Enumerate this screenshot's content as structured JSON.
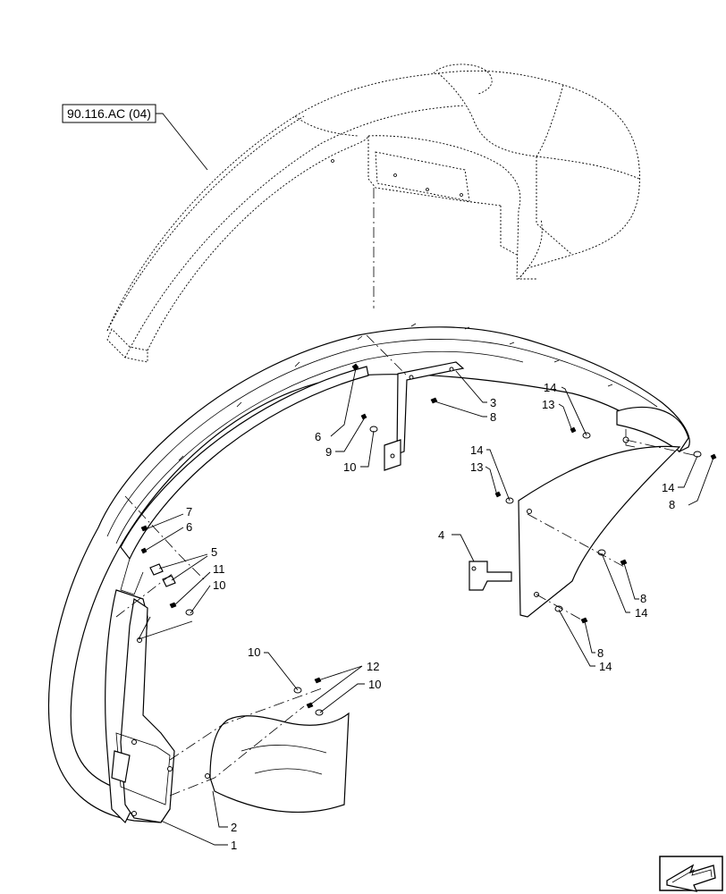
{
  "reference_box": {
    "label": "90.116.AC (04)"
  },
  "callouts": [
    {
      "id": "c1",
      "text": "1"
    },
    {
      "id": "c2",
      "text": "2"
    },
    {
      "id": "c3",
      "text": "3"
    },
    {
      "id": "c4",
      "text": "4"
    },
    {
      "id": "c5",
      "text": "5"
    },
    {
      "id": "c6a",
      "text": "6"
    },
    {
      "id": "c6b",
      "text": "6"
    },
    {
      "id": "c7",
      "text": "7"
    },
    {
      "id": "c8a",
      "text": "8"
    },
    {
      "id": "c8b",
      "text": "8"
    },
    {
      "id": "c8c",
      "text": "8"
    },
    {
      "id": "c8d",
      "text": "8"
    },
    {
      "id": "c9",
      "text": "9"
    },
    {
      "id": "c10a",
      "text": "10"
    },
    {
      "id": "c10b",
      "text": "10"
    },
    {
      "id": "c10c",
      "text": "10"
    },
    {
      "id": "c10d",
      "text": "10"
    },
    {
      "id": "c11",
      "text": "11"
    },
    {
      "id": "c12",
      "text": "12"
    },
    {
      "id": "c13a",
      "text": "13"
    },
    {
      "id": "c13b",
      "text": "13"
    },
    {
      "id": "c14a",
      "text": "14"
    },
    {
      "id": "c14b",
      "text": "14"
    },
    {
      "id": "c14c",
      "text": "14"
    },
    {
      "id": "c14d",
      "text": "14"
    },
    {
      "id": "c14e",
      "text": "14"
    }
  ],
  "icons": {
    "corner_badge": "next-page-arrow-icon"
  },
  "colors": {
    "line": "#000000",
    "background": "#ffffff"
  }
}
